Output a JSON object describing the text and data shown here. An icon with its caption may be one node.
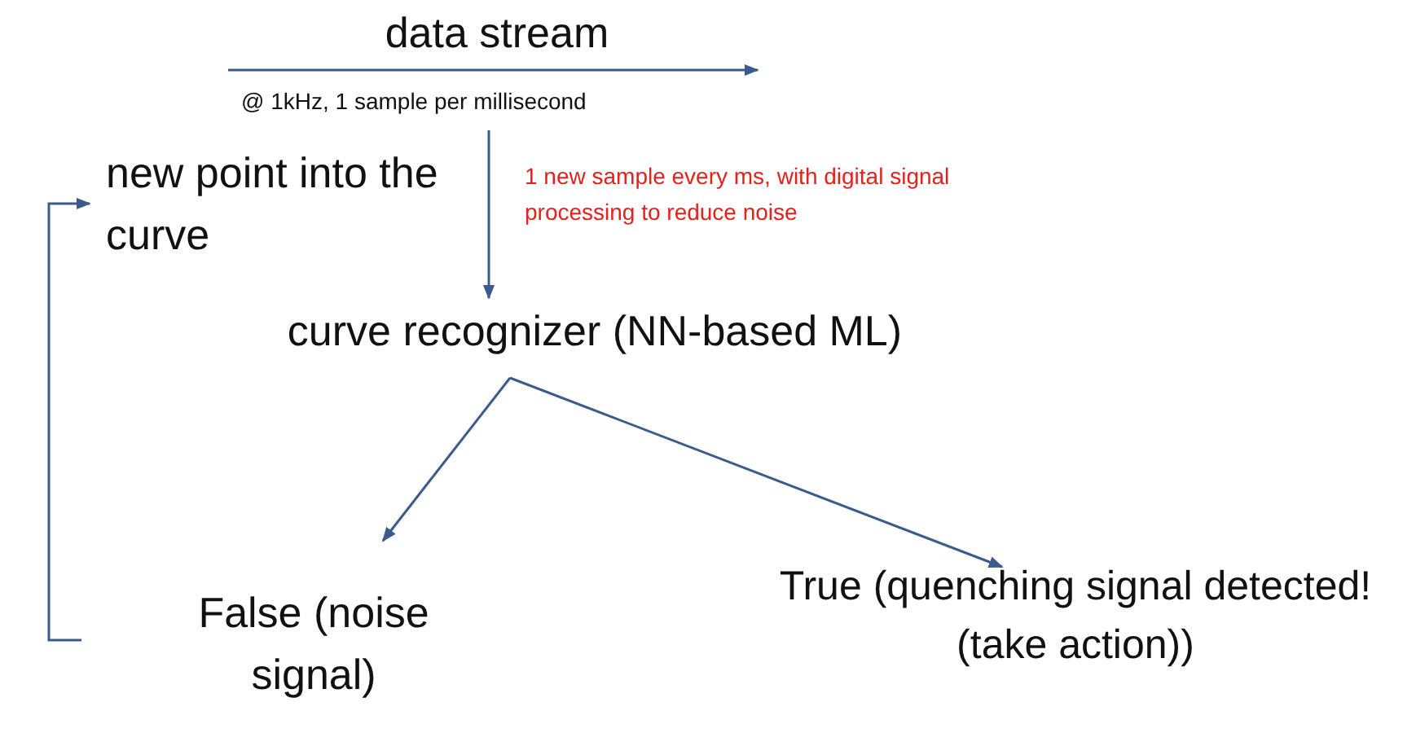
{
  "diagram": {
    "nodes": [
      {
        "text": [
          "data stream"
        ],
        "beside": [
          "@ 1kHz, 1 sample per millisecond"
        ]
      },
      {
        "text": [
          "new point into the curve"
        ]
      },
      {
        "text": [
          "curve recognizer (NN-based ML)"
        ]
      },
      {
        "text": [
          "False (noise signal)"
        ]
      },
      {
        "text": [
          "True (quenching signal detected! (take action))"
        ]
      }
    ],
    "edges": [
      {
        "from": 0,
        "to": 2,
        "arrow": "to",
        "label": "1 new sample every ms, with digital signal processing to reduce noise"
      },
      {
        "from": 2,
        "to": 3,
        "arrow": "to"
      },
      {
        "from": 2,
        "to": 4,
        "arrow": "to"
      },
      {
        "from": 3,
        "to": 1,
        "arrow": "to"
      }
    ]
  }
}
